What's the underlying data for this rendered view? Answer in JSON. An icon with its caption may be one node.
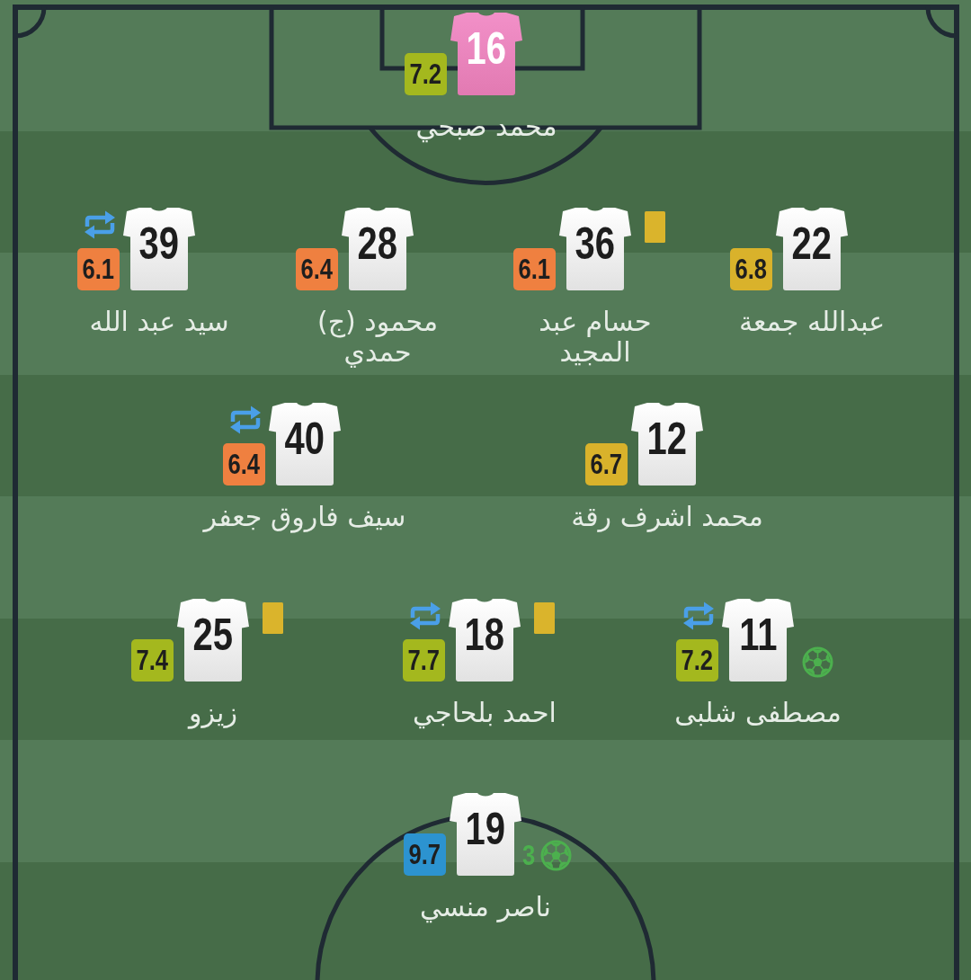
{
  "diagram": {
    "nodes": [
      {
        "text": [
          "16"
        ],
        "beside": [
          "محمد صبحي"
        ]
      },
      {
        "text": [
          "7.2"
        ]
      },
      {
        "text": [
          "39"
        ],
        "beside": [
          "سيد عبد الله"
        ]
      },
      {
        "text": [
          "6.1"
        ]
      },
      {
        "text": [
          "28"
        ],
        "beside": [
          "محمود (ج) حمدي"
        ]
      },
      {
        "text": [
          "6.4"
        ]
      },
      {
        "text": [
          "36"
        ],
        "beside": [
          "حسام عبد المجيد"
        ]
      },
      {
        "text": [
          "6.1"
        ]
      },
      {
        "text": [
          "22"
        ],
        "beside": [
          "عبدالله جمعة"
        ]
      },
      {
        "text": [
          "6.8"
        ]
      },
      {
        "text": [
          "40"
        ],
        "beside": [
          "سيف فاروق جعفر"
        ]
      },
      {
        "text": [
          "6.4"
        ]
      },
      {
        "text": [
          "12"
        ],
        "beside": [
          "محمد اشرف رقة"
        ]
      },
      {
        "text": [
          "6.7"
        ]
      },
      {
        "text": [
          "25"
        ],
        "beside": [
          "زيزو"
        ]
      },
      {
        "text": [
          "7.4"
        ]
      },
      {
        "text": [
          "18"
        ],
        "beside": [
          "احمد بلحاجي"
        ]
      },
      {
        "text": [
          "7.7"
        ]
      },
      {
        "text": [
          "11"
        ],
        "beside": [
          "مصطفى شلبى"
        ]
      },
      {
        "text": [
          "7.2"
        ]
      },
      {
        "text": [
          "19"
        ],
        "beside": [
          "ناصر منسي",
          "3"
        ]
      },
      {
        "text": [
          "9.7"
        ]
      }
    ]
  }
}
